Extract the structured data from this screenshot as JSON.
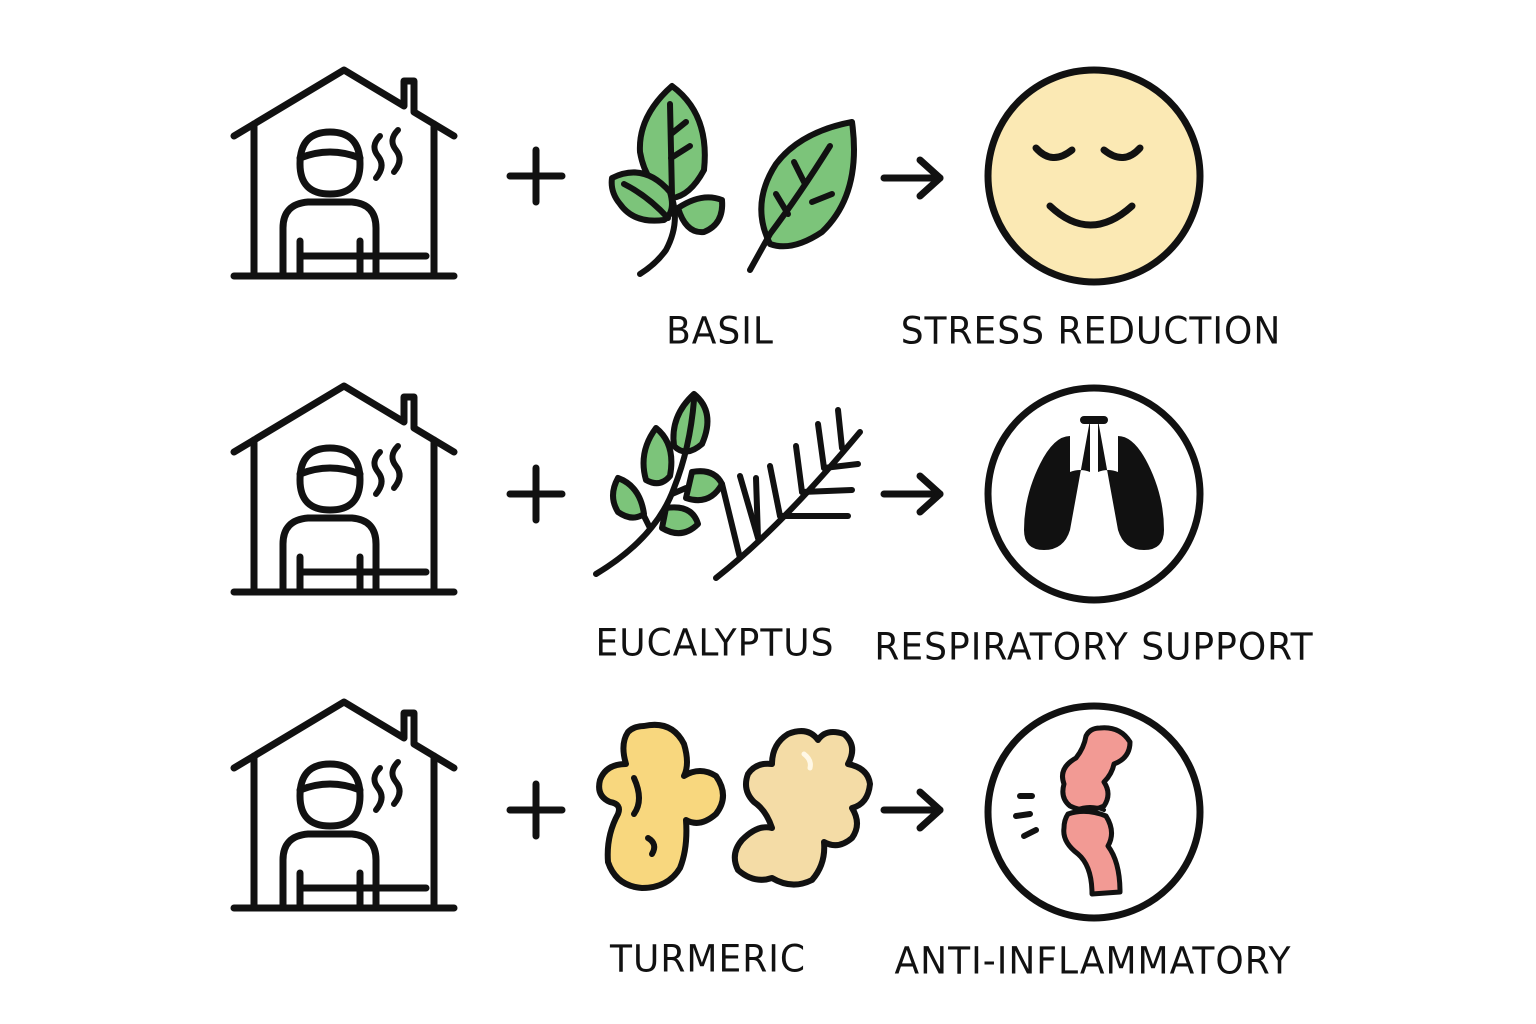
{
  "rows": [
    {
      "herb_label": "BASIL",
      "benefit_label": "STRESS REDUCTION",
      "herb_icon": "basil-leaves-icon",
      "benefit_icon": "calm-face-icon"
    },
    {
      "herb_label": "EUCALYPTUS",
      "benefit_label": "RESPIRATORY SUPPORT",
      "herb_icon": "eucalyptus-sprig-icon",
      "benefit_icon": "lungs-icon"
    },
    {
      "herb_label": "TURMERIC",
      "benefit_label": "ANTI-INFLAMMATORY",
      "herb_icon": "turmeric-root-icon",
      "benefit_icon": "knee-joint-icon"
    }
  ],
  "icons": {
    "house": "house-steam-person-icon",
    "plus": "plus-icon",
    "arrow": "arrow-right-icon"
  },
  "colors": {
    "stroke": "#111111",
    "leaf_green": "#7cc47a",
    "face_yellow": "#fbe9b4",
    "turmeric_yellow": "#f8d77e",
    "ginger_beige": "#f4dca6",
    "joint_red": "#f29a94"
  }
}
